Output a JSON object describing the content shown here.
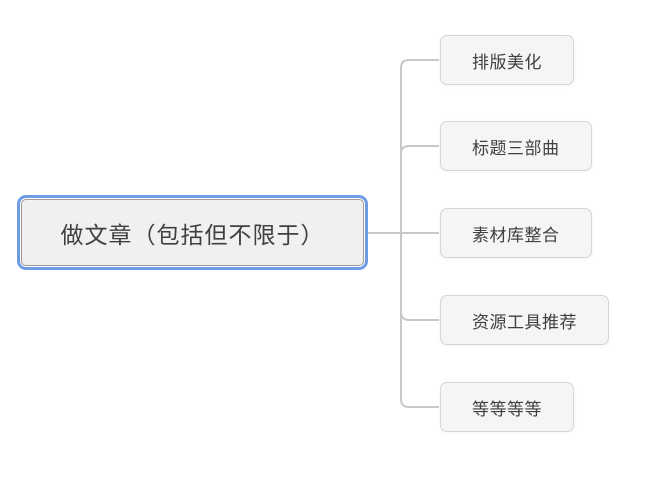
{
  "mindmap": {
    "root": {
      "label": "做文章（包括但不限于）",
      "selected": true
    },
    "children": [
      {
        "label": "排版美化"
      },
      {
        "label": "标题三部曲"
      },
      {
        "label": "素材库整合"
      },
      {
        "label": "资源工具推荐"
      },
      {
        "label": "等等等等"
      }
    ]
  },
  "colors": {
    "canvas": "#ffffff",
    "selection": "#6b9ce4",
    "root_fill": "#f0f0f0",
    "root_border": "#9b9b9b",
    "node_fill": "#f5f5f5",
    "node_border": "#d6d6d6",
    "connector": "#c8c8c8",
    "text": "#404040"
  }
}
